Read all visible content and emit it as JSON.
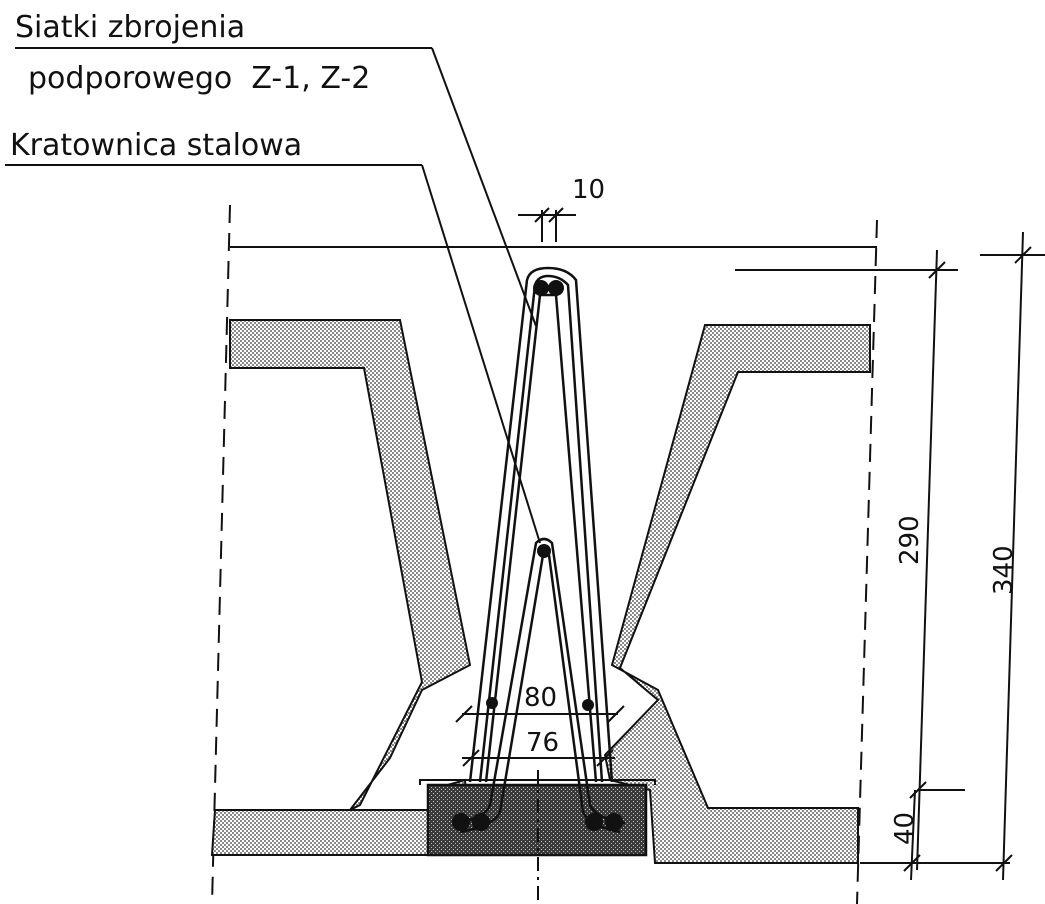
{
  "labels": {
    "mesh_line1": "Siatki zbrojenia",
    "mesh_line2": "podporowego  Z-1, Z-2",
    "truss": "Kratownica stalowa"
  },
  "dimensions": {
    "rib_gap_top": "10",
    "inner_width_upper": "80",
    "inner_width_lower": "76",
    "height_290": "290",
    "height_340": "340",
    "height_40": "40"
  },
  "colors": {
    "ink": "#111111",
    "concrete_fill": "#b9b9b9",
    "dense_fill": "#4a4a4a",
    "paper": "#ffffff"
  }
}
